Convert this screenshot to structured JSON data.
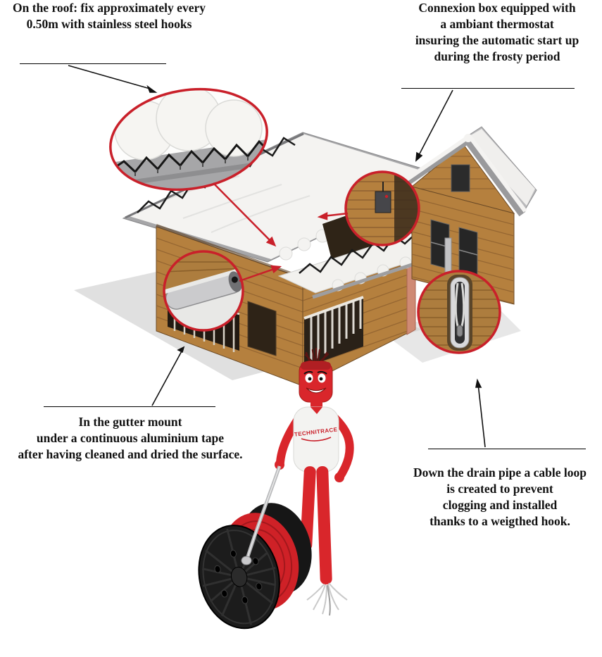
{
  "annotations": {
    "roof": "On the roof: fix approximately every\n0.50m with stainless steel hooks",
    "connexion": "Connexion box equipped with\na ambiant thermostat\ninsuring the automatic start up\nduring the frosty period",
    "gutter": "In the gutter mount\nunder a continuous aluminium tape\nafter having cleaned and dried the surface.",
    "drain": "Down the drain pipe a cable loop\nis created to prevent\nclogging and installed\nthanks to a weigthed hook."
  },
  "mascot": {
    "shirt_text": "TECHNITRACE"
  },
  "colors": {
    "callout_red": "#c9202a",
    "mascot_red": "#d9262b",
    "cable_black": "#1a1a1a",
    "wood": "#b5803e",
    "snow": "#f4f3f1",
    "roof_gray": "#a6a6a8"
  }
}
